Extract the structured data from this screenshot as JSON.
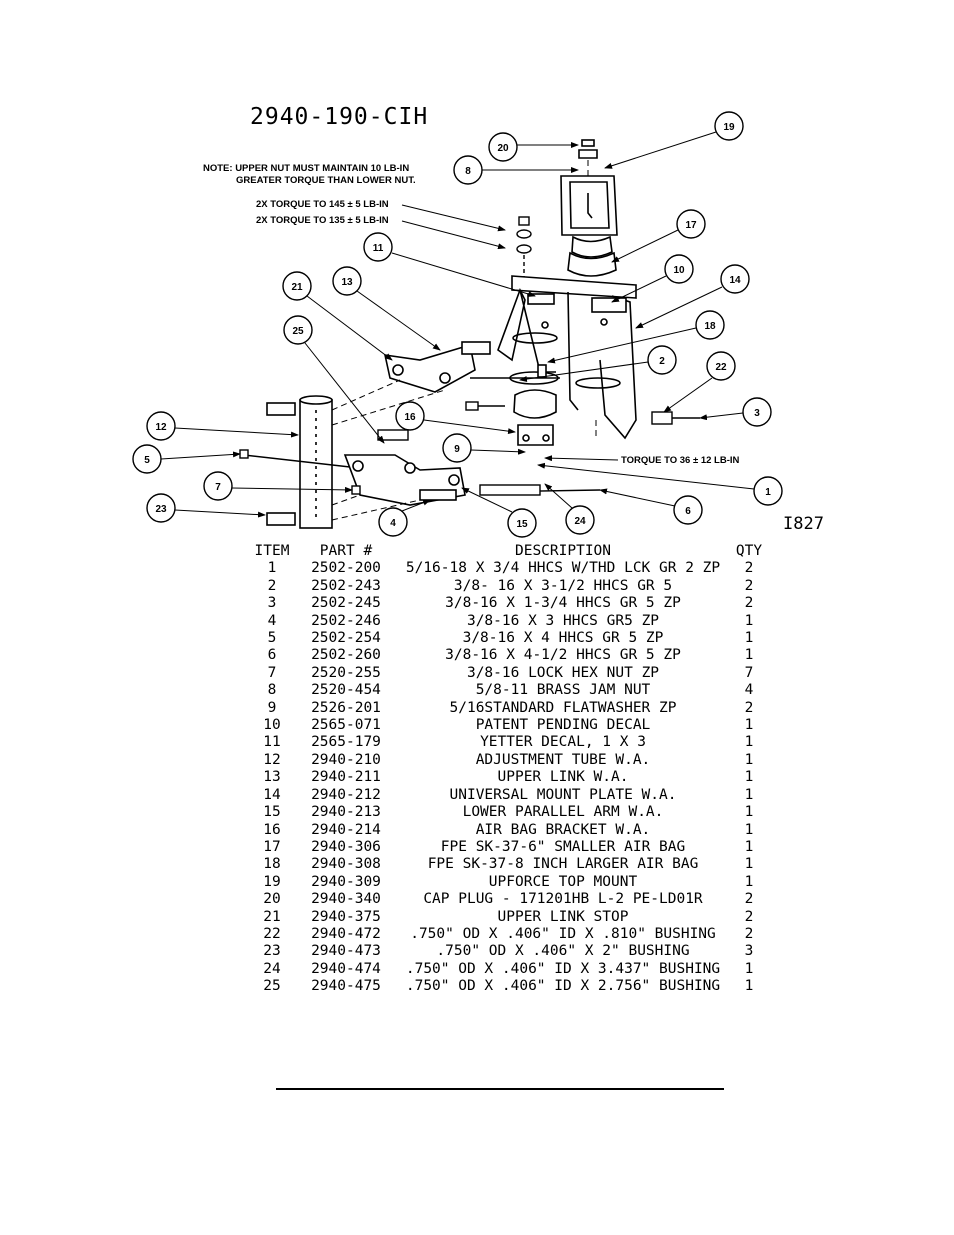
{
  "title": "2940-190-CIH",
  "figure_id": "I827",
  "note": {
    "line1": "NOTE: UPPER NUT MUST MAINTAIN 10 LB-IN",
    "line2": "GREATER TORQUE THAN LOWER NUT."
  },
  "torque_notes": {
    "upper": "2X TORQUE TO 145 ± 5 LB-IN",
    "lower": "2X TORQUE TO 135 ± 5 LB-IN",
    "bottom": "TORQUE TO 36 ± 12 LB-IN"
  },
  "callouts": [
    "20",
    "19",
    "8",
    "17",
    "11",
    "10",
    "14",
    "21",
    "13",
    "18",
    "25",
    "2",
    "22",
    "16",
    "3",
    "12",
    "9",
    "5",
    "1",
    "7",
    "6",
    "23",
    "4",
    "15",
    "24"
  ],
  "table": {
    "headers": {
      "item": "ITEM",
      "part": "PART #",
      "description": "DESCRIPTION",
      "qty": "QTY"
    },
    "rows": [
      {
        "item": "1",
        "part": "2502-200",
        "description": "5/16-18 X 3/4 HHCS W/THD LCK GR 2 ZP",
        "qty": "2"
      },
      {
        "item": "2",
        "part": "2502-243",
        "description": "3/8- 16 X 3-1/2 HHCS GR 5",
        "qty": "2"
      },
      {
        "item": "3",
        "part": "2502-245",
        "description": "3/8-16 X 1-3/4 HHCS GR 5 ZP",
        "qty": "2"
      },
      {
        "item": "4",
        "part": "2502-246",
        "description": "3/8-16 X 3 HHCS GR5 ZP",
        "qty": "1"
      },
      {
        "item": "5",
        "part": "2502-254",
        "description": "3/8-16 X 4 HHCS GR 5 ZP",
        "qty": "1"
      },
      {
        "item": "6",
        "part": "2502-260",
        "description": "3/8-16 X 4-1/2 HHCS GR 5 ZP",
        "qty": "1"
      },
      {
        "item": "7",
        "part": "2520-255",
        "description": "3/8-16 LOCK HEX NUT ZP",
        "qty": "7"
      },
      {
        "item": "8",
        "part": "2520-454",
        "description": "5/8-11 BRASS JAM NUT",
        "qty": "4"
      },
      {
        "item": "9",
        "part": "2526-201",
        "description": "5/16STANDARD FLATWASHER ZP",
        "qty": "2"
      },
      {
        "item": "10",
        "part": "2565-071",
        "description": "PATENT PENDING DECAL",
        "qty": "1"
      },
      {
        "item": "11",
        "part": "2565-179",
        "description": "YETTER DECAL, 1 X 3",
        "qty": "1"
      },
      {
        "item": "12",
        "part": "2940-210",
        "description": "ADJUSTMENT TUBE W.A.",
        "qty": "1"
      },
      {
        "item": "13",
        "part": "2940-211",
        "description": "UPPER LINK W.A.",
        "qty": "1"
      },
      {
        "item": "14",
        "part": "2940-212",
        "description": "UNIVERSAL MOUNT PLATE W.A.",
        "qty": "1"
      },
      {
        "item": "15",
        "part": "2940-213",
        "description": "LOWER PARALLEL ARM W.A.",
        "qty": "1"
      },
      {
        "item": "16",
        "part": "2940-214",
        "description": "AIR BAG BRACKET W.A.",
        "qty": "1"
      },
      {
        "item": "17",
        "part": "2940-306",
        "description": "FPE SK-37-6\" SMALLER AIR BAG",
        "qty": "1"
      },
      {
        "item": "18",
        "part": "2940-308",
        "description": "FPE SK-37-8 INCH LARGER AIR BAG",
        "qty": "1"
      },
      {
        "item": "19",
        "part": "2940-309",
        "description": "UPFORCE TOP MOUNT",
        "qty": "1"
      },
      {
        "item": "20",
        "part": "2940-340",
        "description": "CAP PLUG - 171201HB L-2 PE-LD01R",
        "qty": "2"
      },
      {
        "item": "21",
        "part": "2940-375",
        "description": "UPPER LINK STOP",
        "qty": "2"
      },
      {
        "item": "22",
        "part": "2940-472",
        "description": ".750\" OD X .406\" ID X .810\" BUSHING",
        "qty": "2"
      },
      {
        "item": "23",
        "part": "2940-473",
        "description": ".750\" OD X .406\" X 2\" BUSHING",
        "qty": "3"
      },
      {
        "item": "24",
        "part": "2940-474",
        "description": ".750\" OD X .406\" ID X 3.437\" BUSHING",
        "qty": "1"
      },
      {
        "item": "25",
        "part": "2940-475",
        "description": ".750\" OD X .406\" ID X 2.756\" BUSHING",
        "qty": "1"
      }
    ]
  }
}
